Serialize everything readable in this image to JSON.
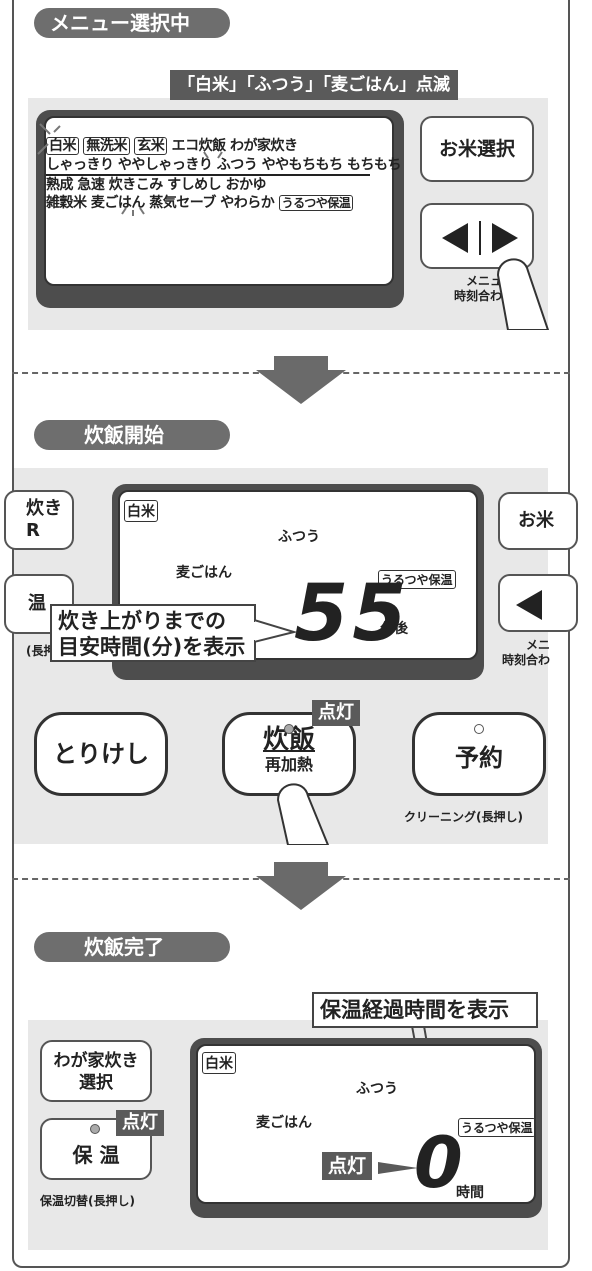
{
  "section1": {
    "title": "メニュー選択中",
    "blink_note": "「白米」「ふつう」「麦ごはん」点滅",
    "menu_rows": [
      [
        "白米",
        "無洗米",
        "玄米",
        "エコ炊飯",
        "わが家炊き"
      ],
      [
        "しゃっきり",
        "ややしゃっきり",
        "ふつう",
        "ややもちもち",
        "もちもち"
      ],
      [
        "熟成",
        "急速",
        "炊きこみ",
        "すしめし",
        "おかゆ"
      ],
      [
        "雑穀米",
        "麦ごはん",
        "蒸気セーブ",
        "やわらか",
        "うるつや保温"
      ]
    ],
    "rice_select_button": "お米選択",
    "arrow_button_caption_1": "メニュー",
    "arrow_button_caption_2": "時刻合わせ"
  },
  "section2": {
    "title": "炊飯開始",
    "left_btn_1a": "炊き",
    "left_btn_1b": "R",
    "left_btn_2": "温",
    "left_caption": "(長押",
    "lcd_rice": "白米",
    "lcd_texture": "ふつう",
    "lcd_menu": "麦ごはん",
    "lcd_keepwarm": "うるつや保温",
    "lcd_minutes": "55",
    "lcd_minutes_unit": "分後",
    "callout_line1": "炊き上がりまでの",
    "callout_line2": "目安時間(分)を表示",
    "right_btn_1": "お米",
    "right_caption_1": "メニ",
    "right_caption_2": "時刻合わ",
    "cancel_button": "とりけし",
    "cook_button": "炊飯",
    "cook_button_sub": "再加熱",
    "lit_label": "点灯",
    "timer_button": "予約",
    "timer_caption": "クリーニング(長押し)"
  },
  "section3": {
    "title": "炊飯完了",
    "elapsed_note": "保温経過時間を表示",
    "home_button_1": "わが家炊き",
    "home_button_2": "選択",
    "keepwarm_button": "保 温",
    "keepwarm_caption": "保温切替(長押し)",
    "lit_label": "点灯",
    "lcd_rice": "白米",
    "lcd_texture": "ふつう",
    "lcd_menu": "麦ごはん",
    "lcd_keepwarm": "うるつや保温",
    "lcd_lit": "点灯",
    "lcd_hours": "0",
    "lcd_hours_unit": "時間"
  }
}
